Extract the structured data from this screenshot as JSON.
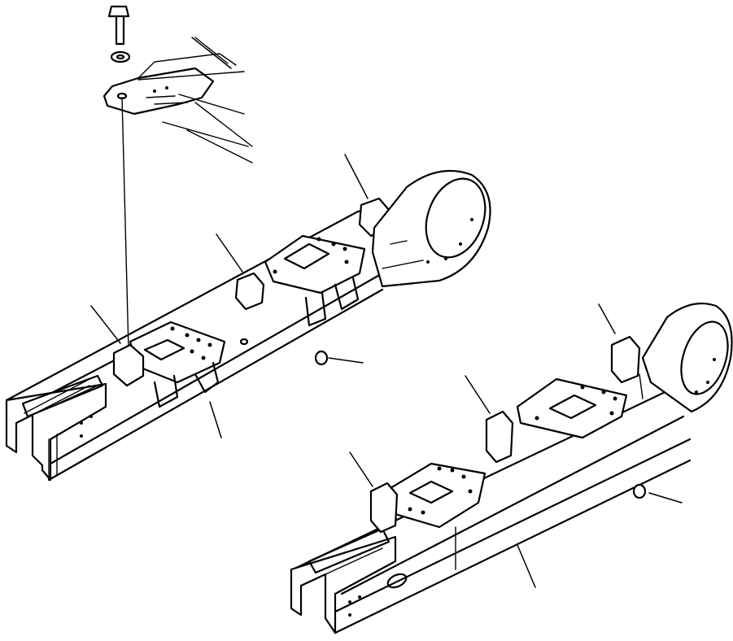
{
  "figure": {
    "kind": "exploded-parts-diagram",
    "colors": {
      "line": "#000000",
      "background": "#ffffff"
    },
    "parts": [
      "track-frame-left",
      "track-frame-right",
      "guard-plate",
      "bolt",
      "washer",
      "idler-yoke-left",
      "idler-yoke-right",
      "carrier-roller-bracket",
      "plug"
    ]
  }
}
